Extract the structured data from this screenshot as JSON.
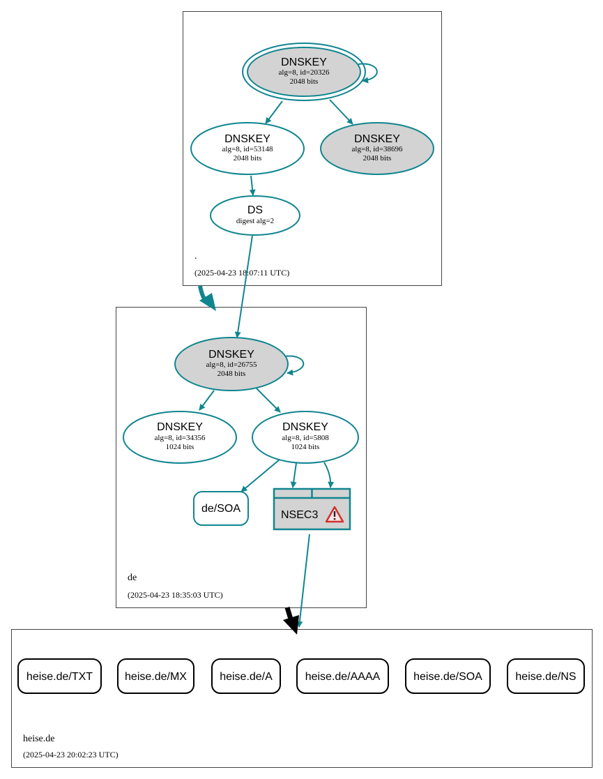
{
  "colors": {
    "edge": "#10858f",
    "node_fill_gray": "#d3d3d3",
    "zone_border": "#444444",
    "delegation_arrow": "#000000",
    "warning_red": "#d0312d"
  },
  "zones": {
    "root": {
      "name": ".",
      "timestamp": "(2025-04-23 18:07:11 UTC)",
      "nodes": {
        "ksk": {
          "type": "DNSKEY",
          "line1": "alg=8, id=20326",
          "line2": "2048 bits"
        },
        "zsk": {
          "type": "DNSKEY",
          "line1": "alg=8, id=53148",
          "line2": "2048 bits"
        },
        "ksk2": {
          "type": "DNSKEY",
          "line1": "alg=8, id=38696",
          "line2": "2048 bits"
        },
        "ds": {
          "type": "DS",
          "line1": "digest alg=2"
        }
      }
    },
    "de": {
      "name": "de",
      "timestamp": "(2025-04-23 18:35:03 UTC)",
      "nodes": {
        "ksk": {
          "type": "DNSKEY",
          "line1": "alg=8, id=26755",
          "line2": "2048 bits"
        },
        "key1": {
          "type": "DNSKEY",
          "line1": "alg=8, id=34356",
          "line2": "1024 bits"
        },
        "key2": {
          "type": "DNSKEY",
          "line1": "alg=8, id=5808",
          "line2": "1024 bits"
        },
        "soa": {
          "label": "de/SOA"
        },
        "nsec3": {
          "label": "NSEC3",
          "icon": "warning-icon"
        }
      }
    },
    "heise": {
      "name": "heise.de",
      "timestamp": "(2025-04-23 20:02:23 UTC)",
      "records": [
        "heise.de/TXT",
        "heise.de/MX",
        "heise.de/A",
        "heise.de/AAAA",
        "heise.de/SOA",
        "heise.de/NS"
      ]
    }
  }
}
